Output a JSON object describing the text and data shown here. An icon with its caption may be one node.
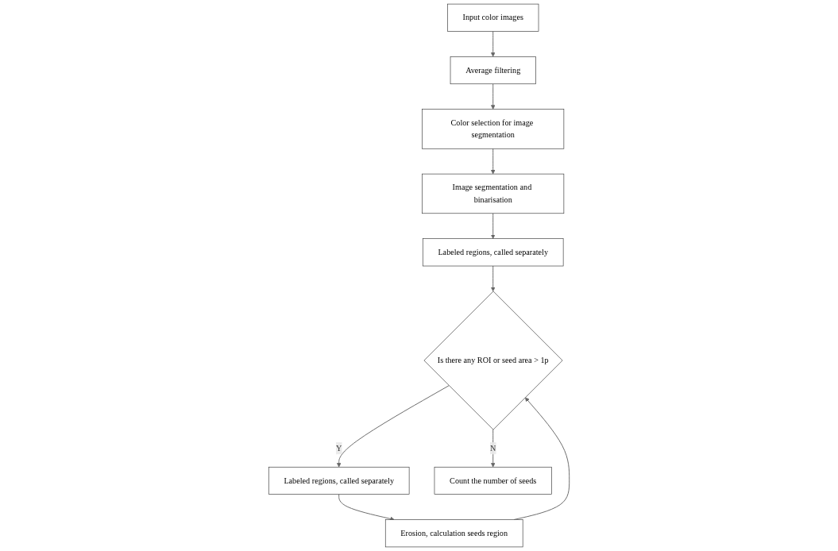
{
  "diagram": {
    "nodes": [
      {
        "text": [
          "Input color images"
        ]
      },
      {
        "text": [
          "Average filtering"
        ]
      },
      {
        "text": [
          "Color selection for image segmentation"
        ]
      },
      {
        "text": [
          "Image segmentation and binarisation"
        ]
      },
      {
        "text": [
          "Labeled regions, called separately"
        ]
      },
      {
        "text": [
          "Is there any ROI or seed area > 1p"
        ]
      },
      {
        "text": [
          "Labeled regions, called separately"
        ]
      },
      {
        "text": [
          "Erosion, calculation seeds region"
        ]
      },
      {
        "text": [
          "Count the number of seeds"
        ]
      }
    ],
    "edges": [
      {
        "from": 0,
        "to": 1,
        "arrow": "to"
      },
      {
        "from": 1,
        "to": 2,
        "arrow": "to"
      },
      {
        "from": 2,
        "to": 3,
        "arrow": "to"
      },
      {
        "from": 3,
        "to": 4,
        "arrow": "to"
      },
      {
        "from": 4,
        "to": 5,
        "arrow": "to"
      },
      {
        "from": 5,
        "to": 6,
        "arrow": "to",
        "label": "Y"
      },
      {
        "from": 6,
        "to": 7,
        "arrow": "to"
      },
      {
        "from": 7,
        "to": 5,
        "arrow": "to"
      },
      {
        "from": 5,
        "to": 8,
        "arrow": "to",
        "label": "N"
      }
    ]
  }
}
